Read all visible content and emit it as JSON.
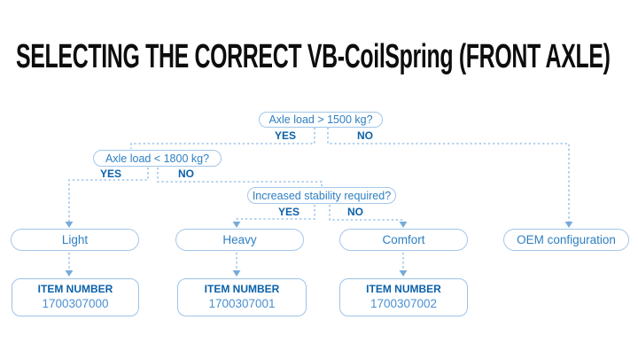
{
  "title": "SELECTING THE CORRECT VB-CoilSpring (FRONT AXLE)",
  "colors": {
    "dark_blue": "#0b61a9",
    "medium_blue": "#2e7fc1",
    "light_blue_line": "#9dc3e6",
    "arrow_blue": "#76abdb",
    "number_blue": "#4a90d2",
    "title_black": "#0d0d0d"
  },
  "flowchart": {
    "decisions": [
      {
        "question": "Axle load > 1500 kg?",
        "yes_label": "YES",
        "no_label": "NO"
      },
      {
        "question": "Axle load < 1800 kg?",
        "yes_label": "YES",
        "no_label": "NO"
      },
      {
        "question": "Increased stability required?",
        "yes_label": "YES",
        "no_label": "NO"
      }
    ],
    "outcomes": [
      {
        "label": "Light",
        "item_label": "ITEM NUMBER",
        "item_number": "1700307000"
      },
      {
        "label": "Heavy",
        "item_label": "ITEM NUMBER",
        "item_number": "1700307001"
      },
      {
        "label": "Comfort",
        "item_label": "ITEM NUMBER",
        "item_number": "1700307002"
      },
      {
        "label": "OEM configuration"
      }
    ]
  }
}
